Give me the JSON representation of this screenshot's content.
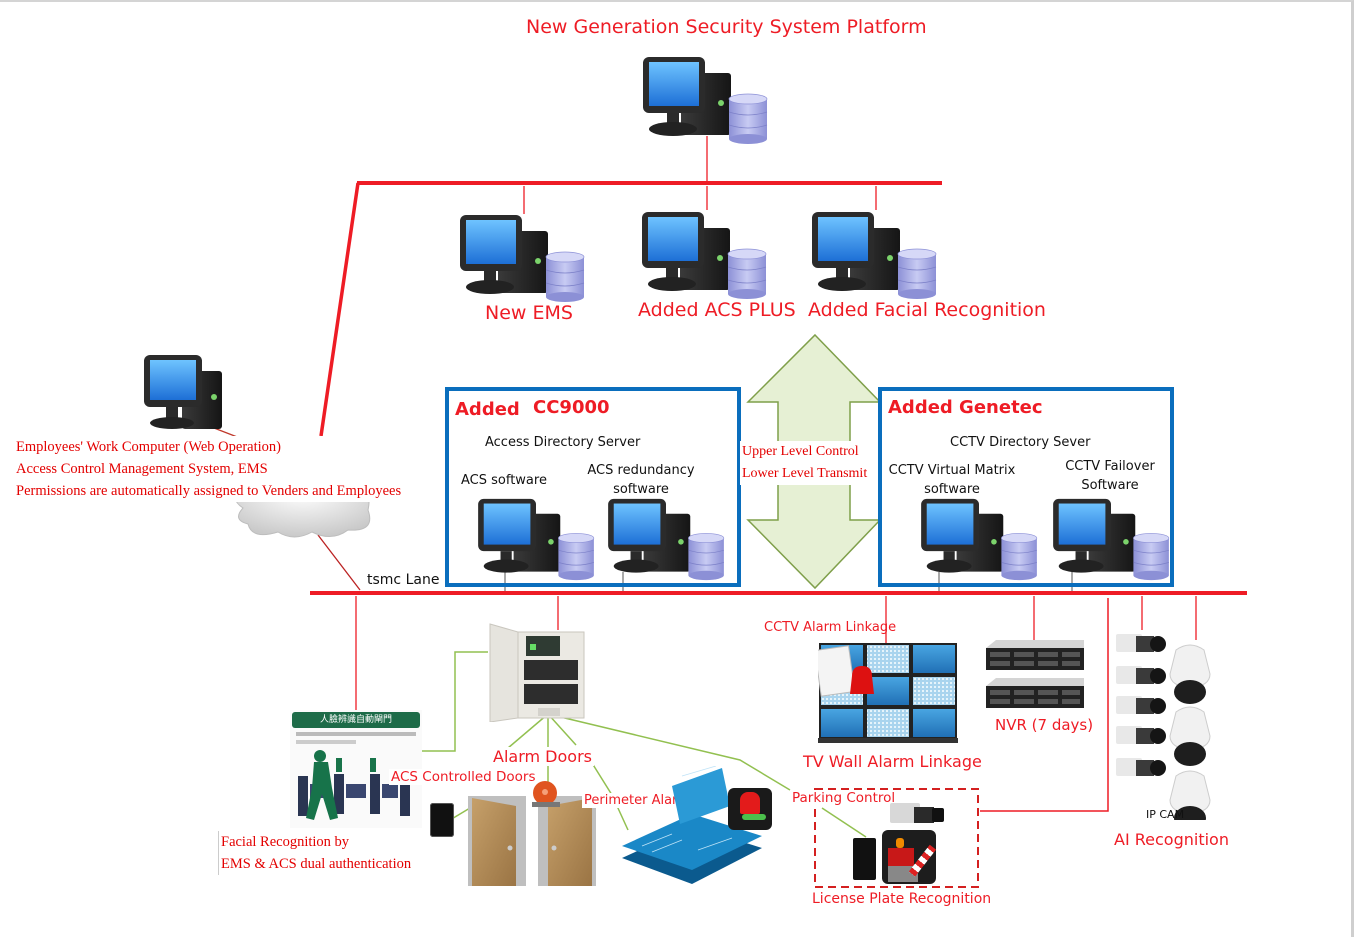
{
  "title": "New Generation Security System Platform",
  "top_servers": [
    {
      "label": "New EMS"
    },
    {
      "label": "Added ACS PLUS"
    },
    {
      "label": "Added Facial Recognition"
    }
  ],
  "employee_pc": {
    "lines": [
      "Employees' Work Computer (Web Operation)",
      "Access Control Management System, EMS",
      "Permissions are automatically assigned to Venders and Employees"
    ]
  },
  "network_label": "tsmc Lane",
  "cc9000_box": {
    "title_prefix": "Added",
    "title_name": "CC9000",
    "server_label": "Access Directory Server",
    "nodes": [
      {
        "label": "ACS software"
      },
      {
        "label": "ACS redundancy software"
      }
    ]
  },
  "genetec_box": {
    "title": "Added Genetec",
    "server_label": "CCTV Directory Sever",
    "nodes": [
      {
        "label": "CCTV Virtual Matrix software"
      },
      {
        "label": "CCTV Failover Software"
      }
    ]
  },
  "arrow_labels": [
    "Upper Level Control",
    "Lower Level Transmit"
  ],
  "devices": {
    "facial_gate": {
      "sign_title": "人臉辨識自動閘門",
      "caption_lines": [
        "Facial Recognition by",
        "EMS & ACS dual authentication"
      ]
    },
    "alarm_doors": "Alarm Doors",
    "acs_doors": "ACS Controlled Doors",
    "perimeter": "Perimeter Alarm",
    "parking": "Parking Control",
    "lpr": "License Plate Recognition",
    "cctv_alarm": "CCTV Alarm Linkage",
    "tv_wall": "TV Wall Alarm Linkage",
    "nvr": "NVR (7 days)",
    "ipcam": "IP CAM",
    "ai": "AI Recognition"
  },
  "colors": {
    "bus_red": "#ee1c25",
    "box_blue": "#0a6ebd",
    "link_green": "#92c050",
    "arrow_fill": "#e6f0d4",
    "arrow_stroke": "#7f9f4a"
  }
}
